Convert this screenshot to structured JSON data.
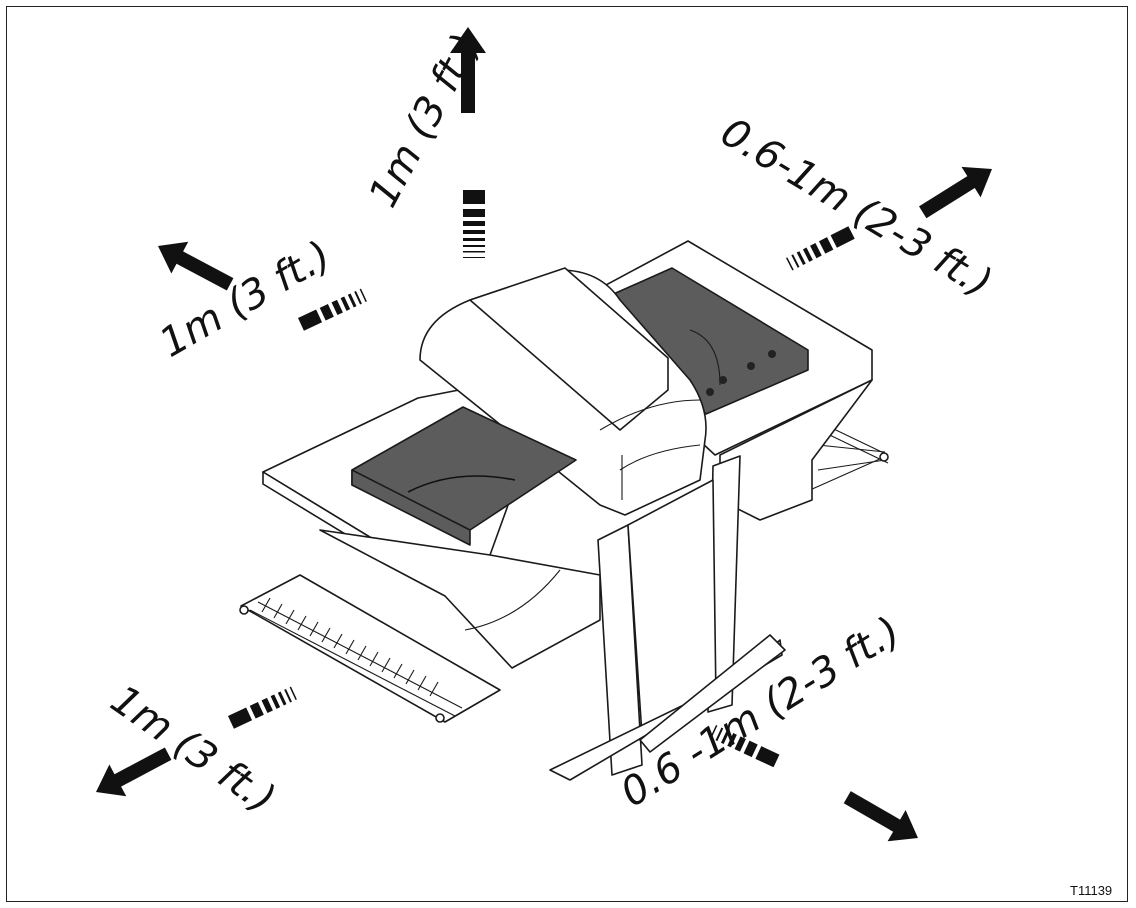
{
  "labels": {
    "top": "1m (3 ft.)",
    "upper_left": "1m (3 ft.)",
    "upper_right": "0.6-1m (2-3 ft.)",
    "lower_left": "1m (3 ft.)",
    "lower_right": "0.6 -1m (2-3 ft.)"
  },
  "reference_code": "T11139",
  "colors": {
    "ink": "#111111",
    "panel_fill": "#5c5c5c",
    "background": "#ffffff"
  },
  "icons": {
    "direction": "arrow-icon",
    "distance_scale": "gradient-bars-icon"
  }
}
